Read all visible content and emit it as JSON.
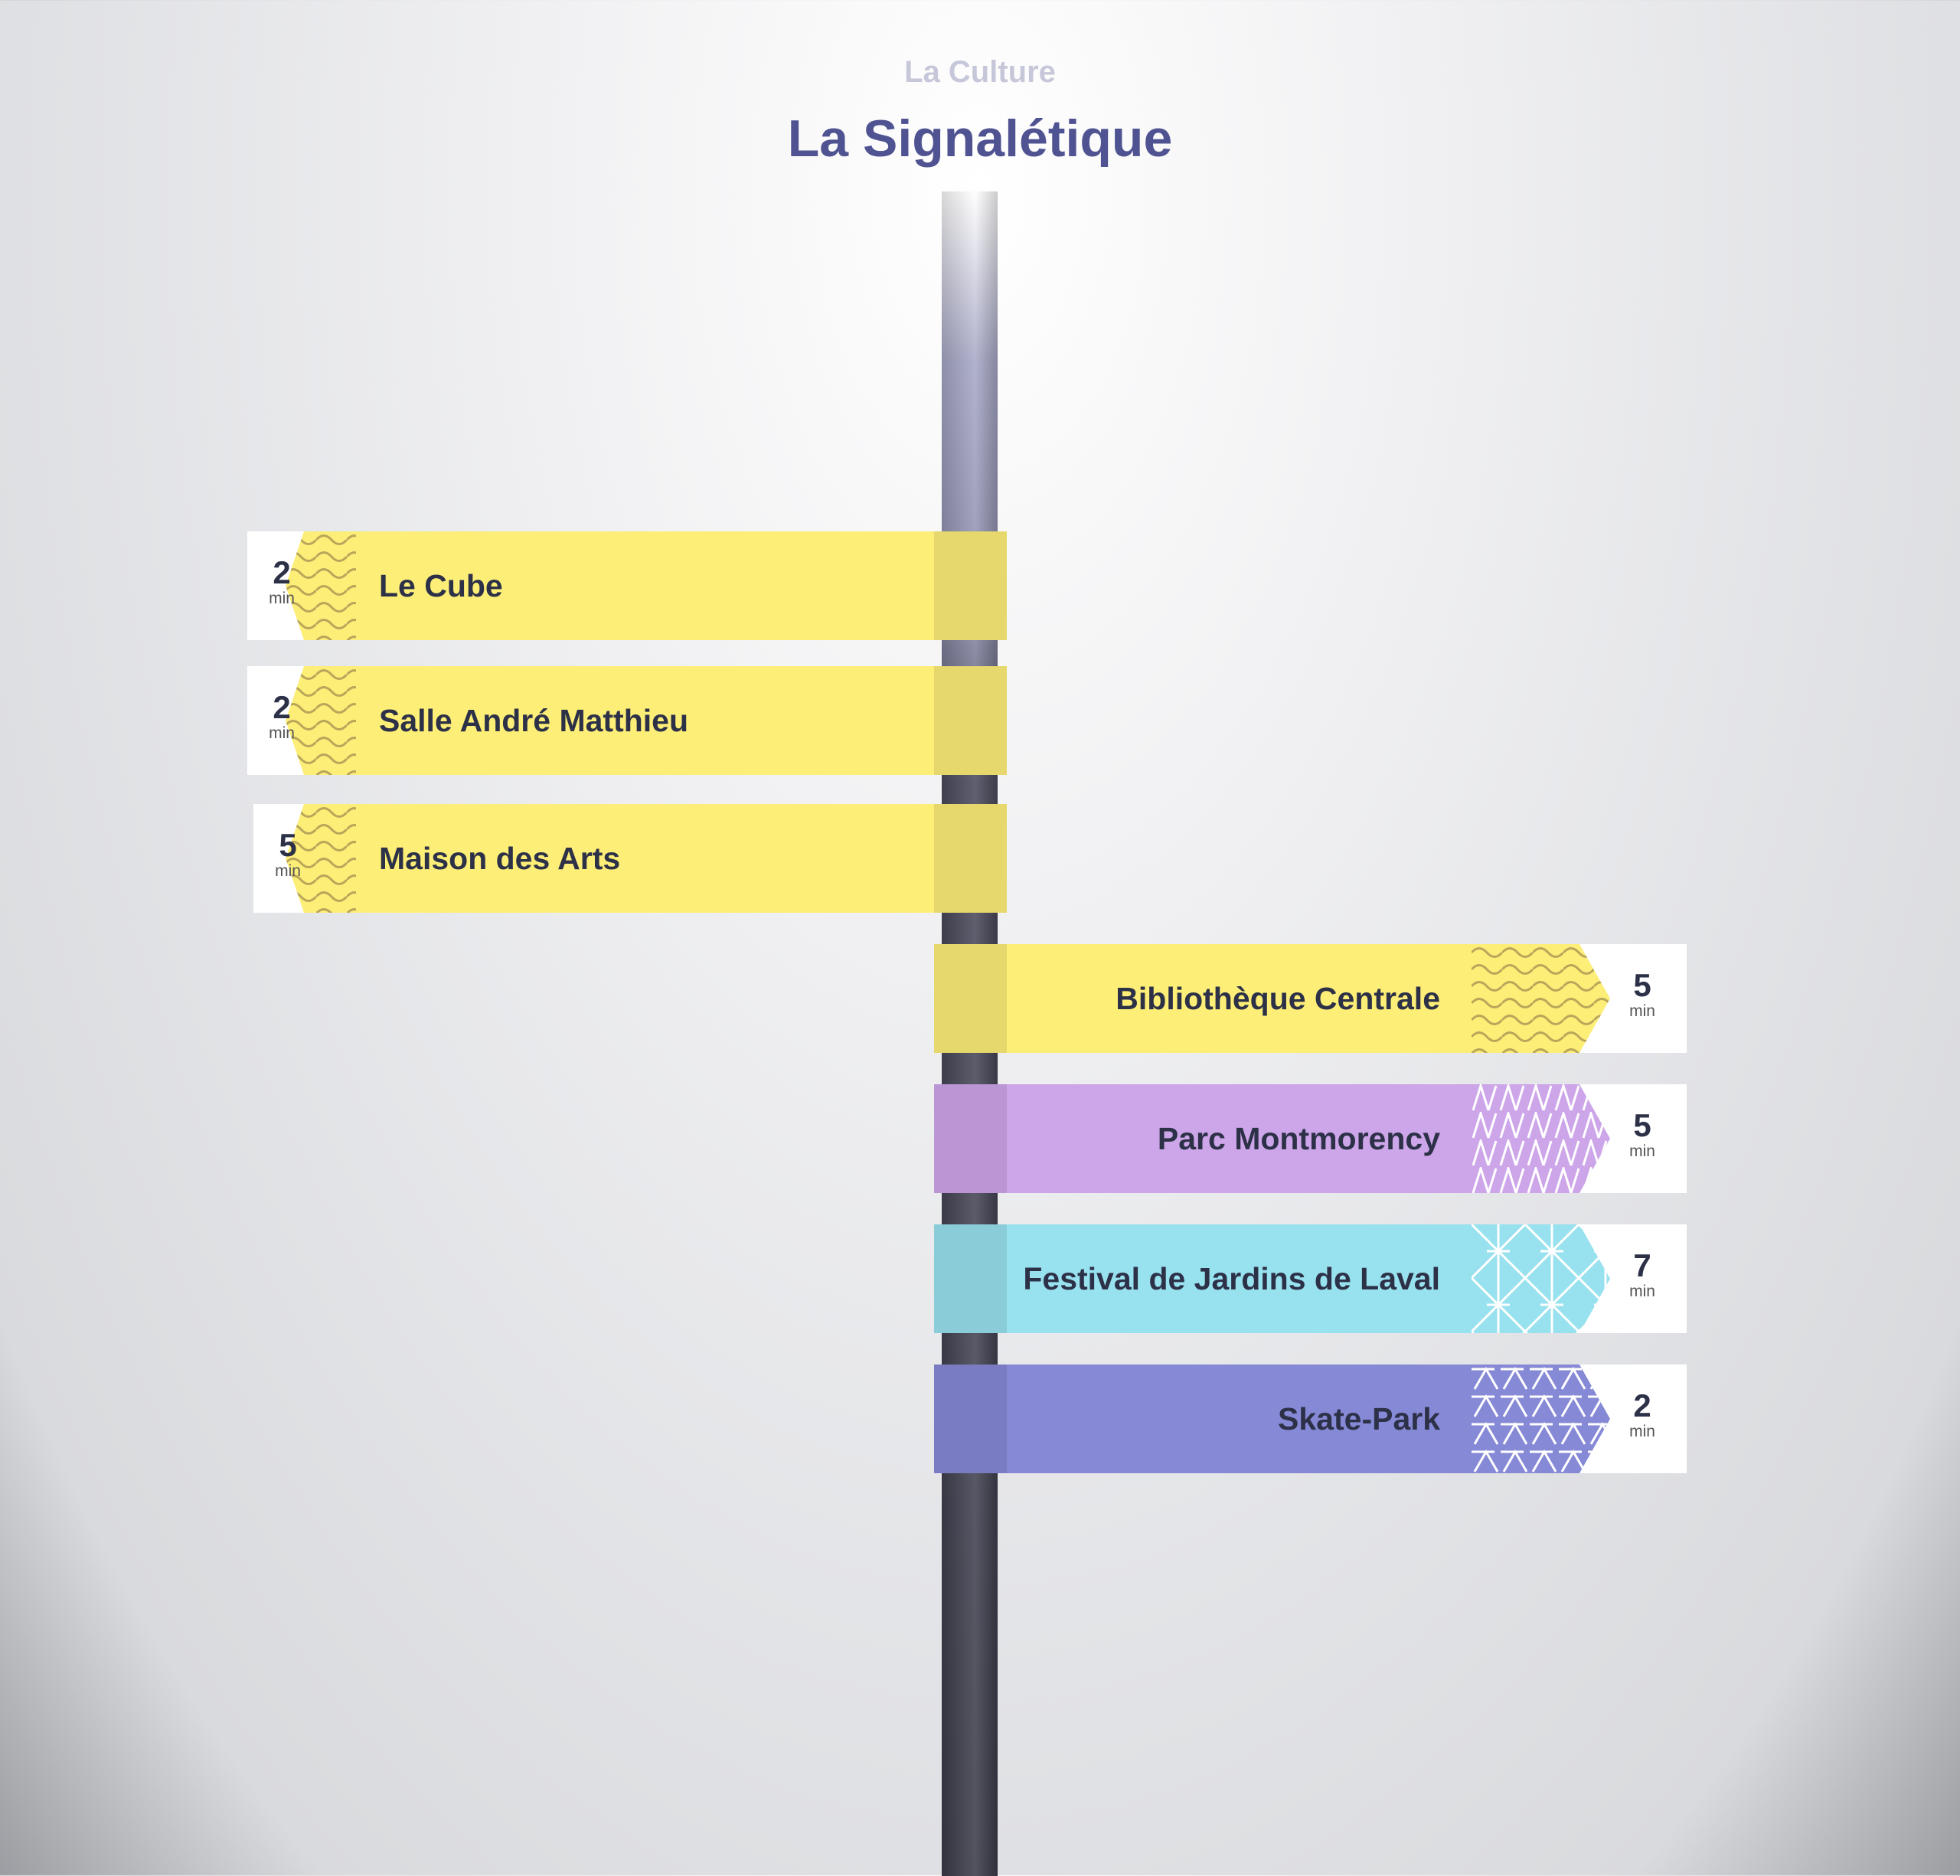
{
  "header": {
    "section": "La Culture",
    "title": "La Signalétique"
  },
  "unit": "min",
  "signs": [
    {
      "label": "Le Cube",
      "minutes": "2",
      "direction": "left",
      "color": "#fdee77",
      "pattern": "waves"
    },
    {
      "label": "Salle André Matthieu",
      "minutes": "2",
      "direction": "left",
      "color": "#fdee77",
      "pattern": "waves"
    },
    {
      "label": "Maison des Arts",
      "minutes": "5",
      "direction": "left",
      "color": "#fdee77",
      "pattern": "waves"
    },
    {
      "label": "Bibliothèque Centrale",
      "minutes": "5",
      "direction": "right",
      "color": "#fdee77",
      "pattern": "waves"
    },
    {
      "label": "Parc Montmorency",
      "minutes": "5",
      "direction": "right",
      "color": "#cda5e9",
      "pattern": "zigzag"
    },
    {
      "label": "Festival de Jardins de Laval",
      "minutes": "7",
      "direction": "right",
      "color": "#98e1ee",
      "pattern": "lattice"
    },
    {
      "label": "Skate-Park",
      "minutes": "2",
      "direction": "right",
      "color": "#8689d6",
      "pattern": "triangles"
    }
  ]
}
